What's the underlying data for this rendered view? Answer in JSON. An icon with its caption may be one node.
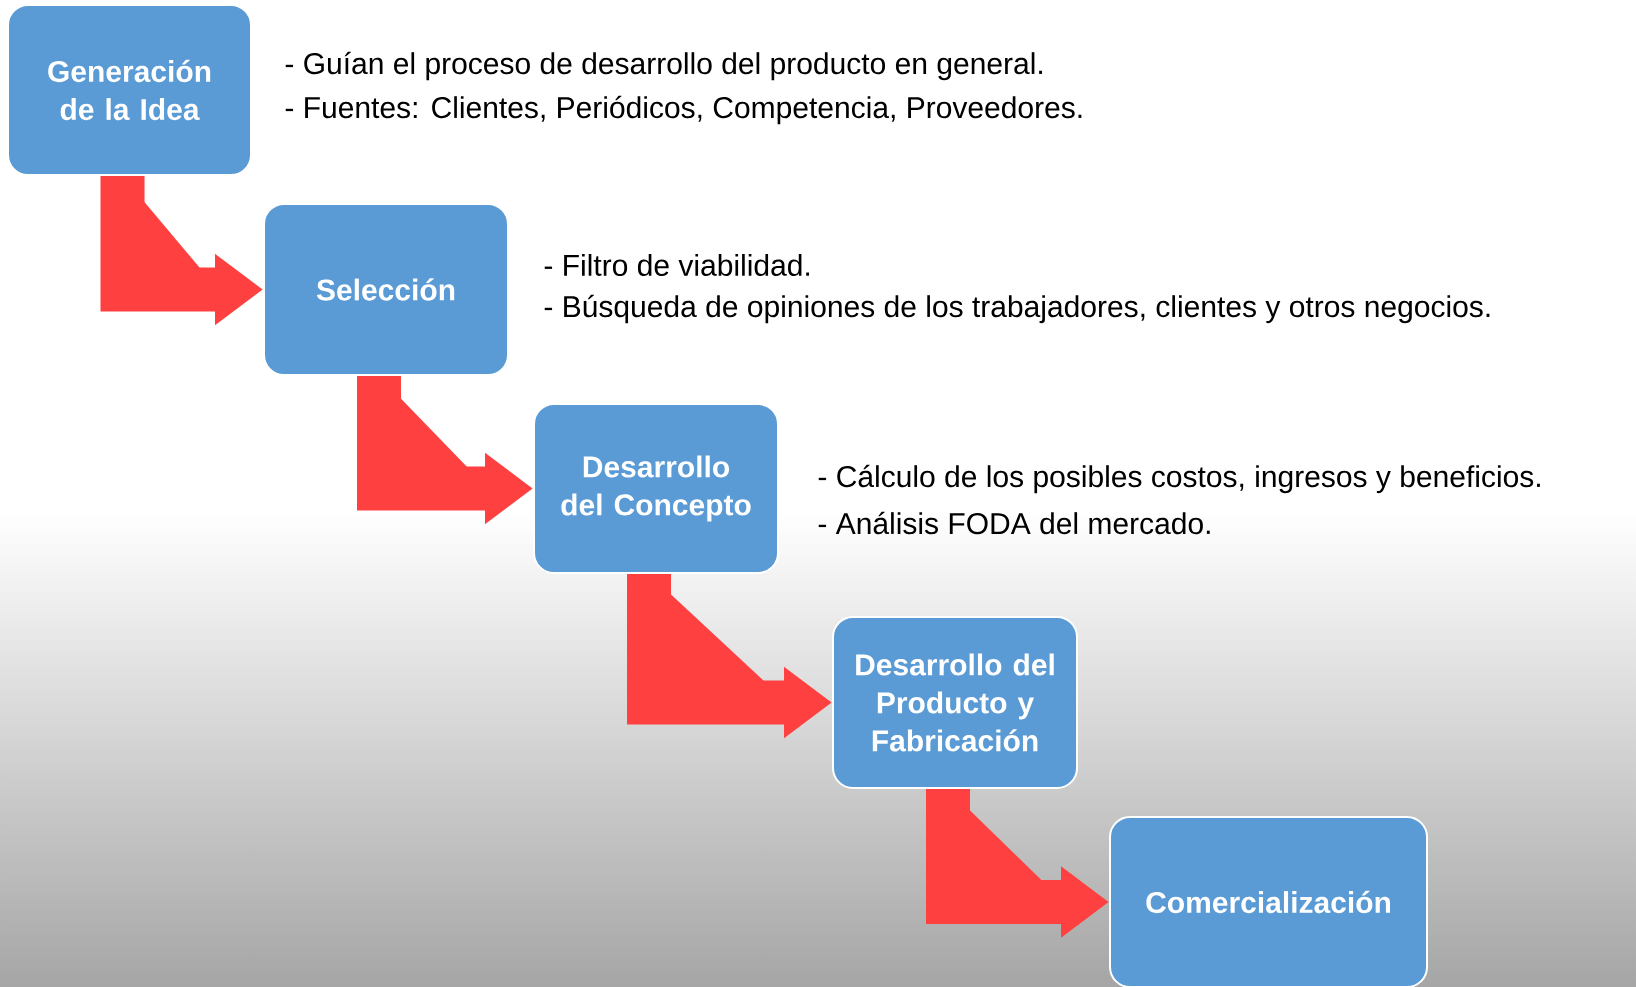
{
  "diagram": {
    "nodes": [
      {
        "text": [
          "Generación de la Idea"
        ],
        "beside": [
          "- Guían el proceso de desarrollo del producto en general.",
          "- Fuentes: Clientes, Periódicos, Competencia, Proveedores."
        ]
      },
      {
        "text": [
          "Selección"
        ],
        "beside": [
          "- Filtro de viabilidad.",
          "- Búsqueda de opiniones de los trabajadores, clientes y otros negocios."
        ]
      },
      {
        "text": [
          "Desarrollo del Concepto"
        ],
        "beside": [
          "- Cálculo de los posibles costos, ingresos y beneficios.",
          "- Análisis FODA del mercado."
        ]
      },
      {
        "text": [
          "Desarrollo del Producto y Fabricación"
        ]
      },
      {
        "text": [
          "Comercialización"
        ]
      }
    ],
    "edges": [
      {
        "from": 0,
        "to": 1,
        "arrow": "to"
      },
      {
        "from": 1,
        "to": 2,
        "arrow": "to"
      },
      {
        "from": 2,
        "to": 3,
        "arrow": "to"
      },
      {
        "from": 3,
        "to": 4,
        "arrow": "to"
      }
    ]
  }
}
